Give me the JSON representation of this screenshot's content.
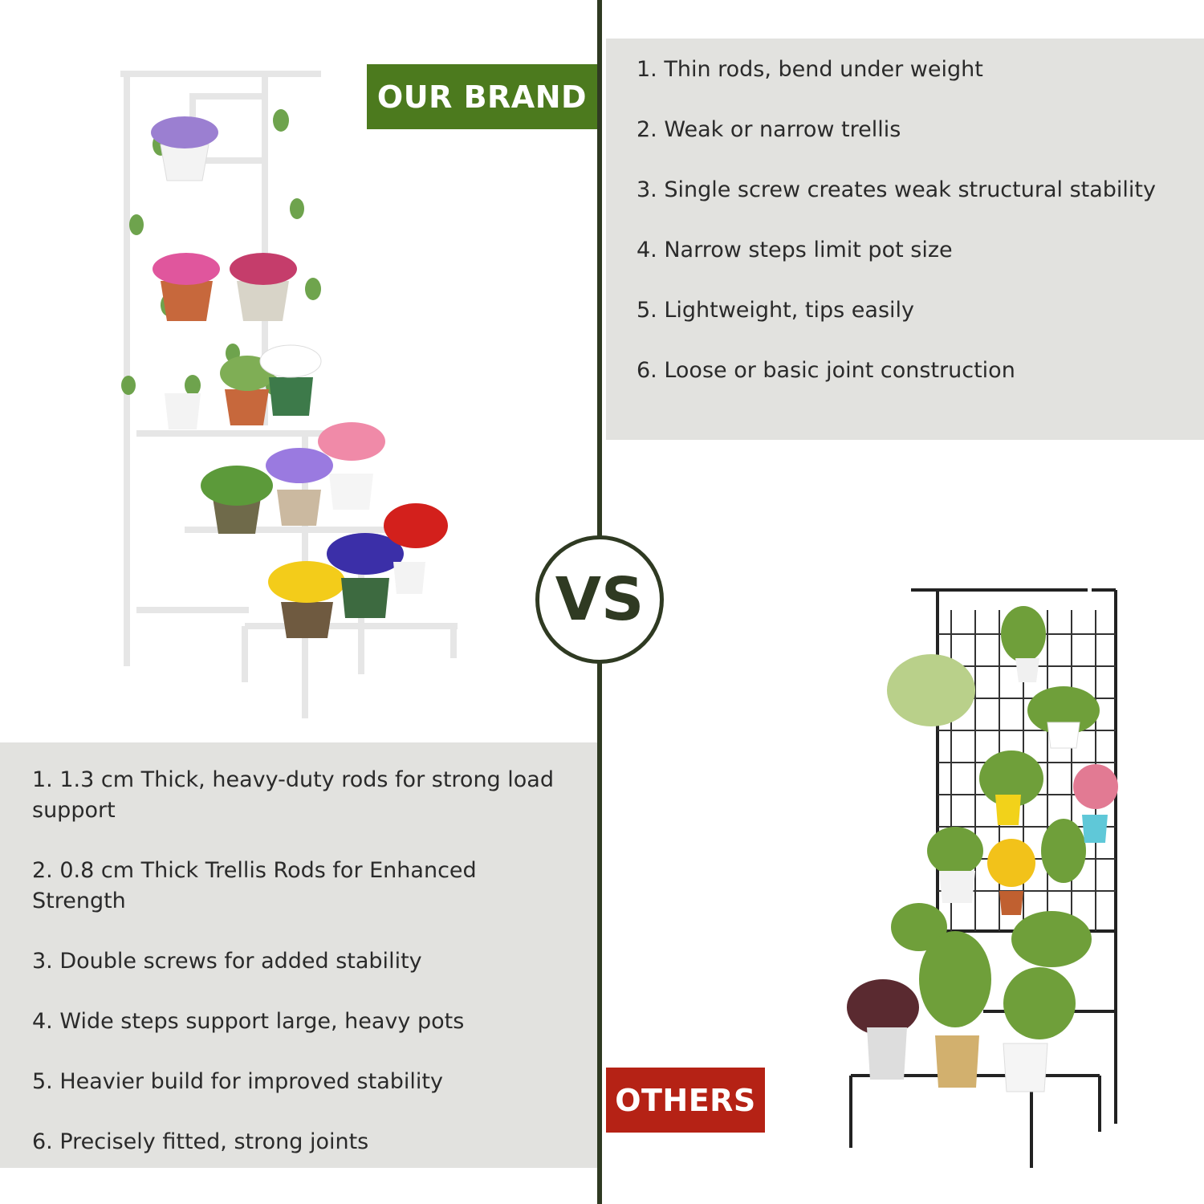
{
  "colors": {
    "brand_green": "#4c7a1e",
    "others_red": "#b52215",
    "divider_dark": "#2f3a22",
    "panel_gray": "#e2e2df"
  },
  "labels": {
    "our_brand": "OUR BRAND",
    "others": "OTHERS",
    "vs": "VS"
  },
  "our_brand_features": [
    "1. 1.3 cm Thick, heavy-duty rods for strong load support",
    "2. 0.8 cm Thick Trellis Rods for Enhanced Strength",
    "3. Double screws for added stability",
    "4. Wide steps support large, heavy pots",
    "5. Heavier build for improved stability",
    "6. Precisely fitted, strong joints"
  ],
  "others_features": [
    "1. Thin rods, bend under weight",
    "2. Weak or narrow trellis",
    "3. Single screw creates weak structural stability",
    "4. Narrow steps limit pot size",
    "5. Lightweight, tips easily",
    "6. Loose or basic joint construction"
  ],
  "images": {
    "our_brand_product": "white-tiered-plant-stand-with-trellis",
    "others_product": "black-tiered-plant-stand-with-grid"
  }
}
